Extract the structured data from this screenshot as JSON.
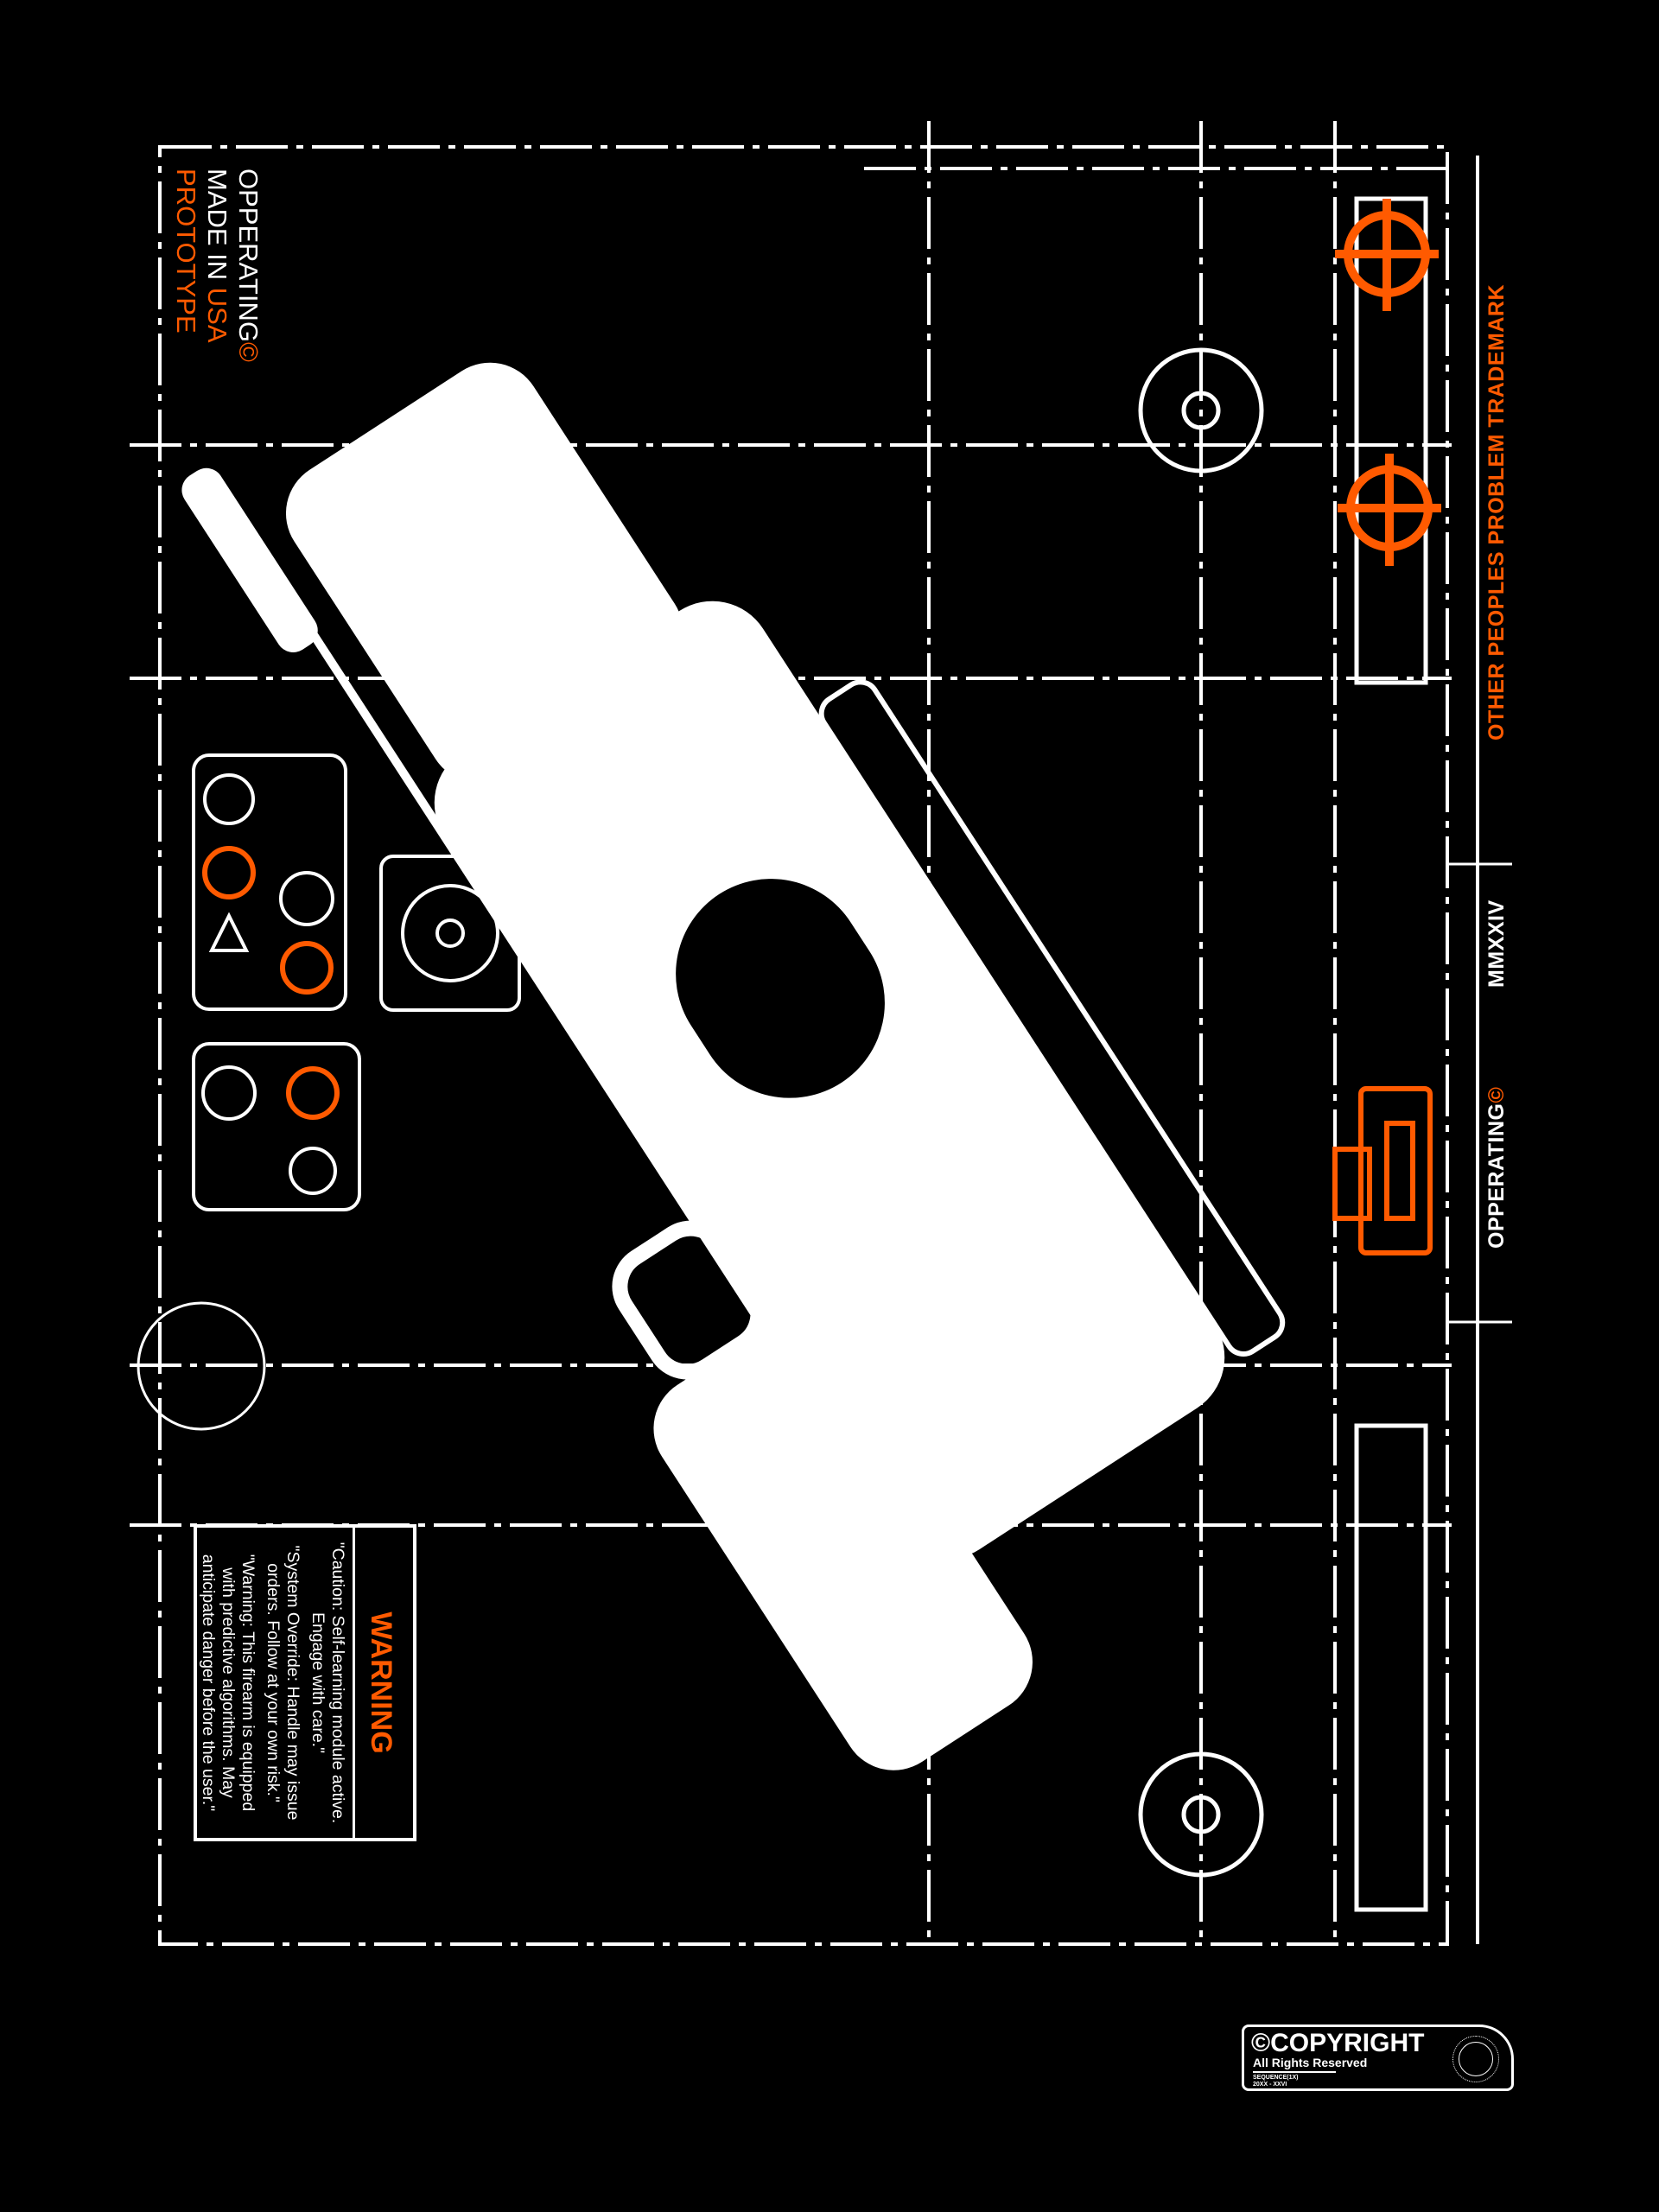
{
  "top_left_label": {
    "line1": "OPPERATING",
    "line1_mark": "©",
    "line2_prefix": "MADE IN ",
    "line2_highlight": "USA",
    "line3": "PROTOTYPE"
  },
  "warning": {
    "title": "WARNING",
    "lines": [
      "\"Caution: Self-learning module active. Engage with care.\"",
      "\"System Override: Handle may issue orders. Follow at your own risk.\"",
      "\"Warning: This firearm is equipped with predictive algorithms. May anticipate danger before the user.\""
    ]
  },
  "right_labels": {
    "trademark": "OTHER PEOPLES PROBLEM TRADEMARK",
    "year": "MMXXIV",
    "brand": "OPPERATING",
    "brand_mark": "©"
  },
  "copyright": {
    "title": "©COPYRIGHT",
    "subtitle": "All Rights Reserved",
    "sequence": "SEQUENCE(1X)",
    "range": "20XX - XXVI"
  },
  "colors": {
    "background": "#000000",
    "line": "#ffffff",
    "accent": "#ff5a00"
  },
  "icons": [
    "crosshair-icon",
    "crosshair-icon",
    "robot-icon",
    "gear-icon",
    "knife-icon",
    "prohibited-icon",
    "target-icon",
    "warning-icon"
  ]
}
